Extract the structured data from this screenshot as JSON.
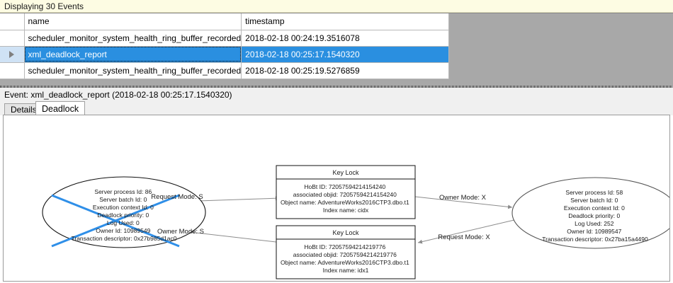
{
  "banner": {
    "text": "Displaying 30 Events"
  },
  "grid": {
    "columns": [
      "",
      "name",
      "timestamp"
    ],
    "rows": [
      {
        "selector": "",
        "name": "scheduler_monitor_system_health_ring_buffer_recorded",
        "timestamp": "2018-02-18 00:24:19.3516078",
        "selected": false
      },
      {
        "selector": "row-pointer",
        "name": "xml_deadlock_report",
        "timestamp": "2018-02-18 00:25:17.1540320",
        "selected": true
      },
      {
        "selector": "",
        "name": "scheduler_monitor_system_health_ring_buffer_recorded",
        "timestamp": "2018-02-18 00:25:19.5276859",
        "selected": false
      }
    ]
  },
  "event_header": {
    "text": "Event: xml_deadlock_report (2018-02-18 00:25:17.1540320)"
  },
  "tabs": [
    {
      "label": "Details",
      "active": false
    },
    {
      "label": "Deadlock",
      "active": true
    }
  ],
  "deadlock_graph": {
    "victim_marker_color": "#2f8fe8",
    "processes": [
      {
        "id": "process-left",
        "victim": true,
        "lines": [
          "Server process Id: 86",
          "Server batch Id: 0",
          "Execution context Id: 0",
          "Deadlock priority: 0",
          "Log Used: 0",
          "Owner Id: 10989549",
          "Transaction descriptor: 0x27b985d1ac0"
        ]
      },
      {
        "id": "process-right",
        "victim": false,
        "lines": [
          "Server process Id: 58",
          "Server batch Id: 0",
          "Execution context Id: 0",
          "Deadlock priority: 0",
          "Log Used: 252",
          "Owner Id: 10989547",
          "Transaction descriptor: 0x27ba15a4490"
        ]
      }
    ],
    "resources": [
      {
        "id": "keylock-top",
        "title": "Key Lock",
        "lines": [
          "HoBt ID: 72057594214154240",
          "associated objid: 72057594214154240",
          "Object name: AdventureWorks2016CTP3.dbo.t1",
          "Index name: cidx"
        ]
      },
      {
        "id": "keylock-bottom",
        "title": "Key Lock",
        "lines": [
          "HoBt ID: 72057594214219776",
          "associated objid: 72057594214219776",
          "Object name: AdventureWorks2016CTP3.dbo.t1",
          "Index name: idx1"
        ]
      }
    ],
    "edges": [
      {
        "id": "edge-left-request",
        "label": "Request Mode: S"
      },
      {
        "id": "edge-right-owner",
        "label": "Owner Mode: X"
      },
      {
        "id": "edge-left-owner",
        "label": "Owner Mode: S"
      },
      {
        "id": "edge-right-request",
        "label": "Request Mode: X"
      }
    ]
  }
}
